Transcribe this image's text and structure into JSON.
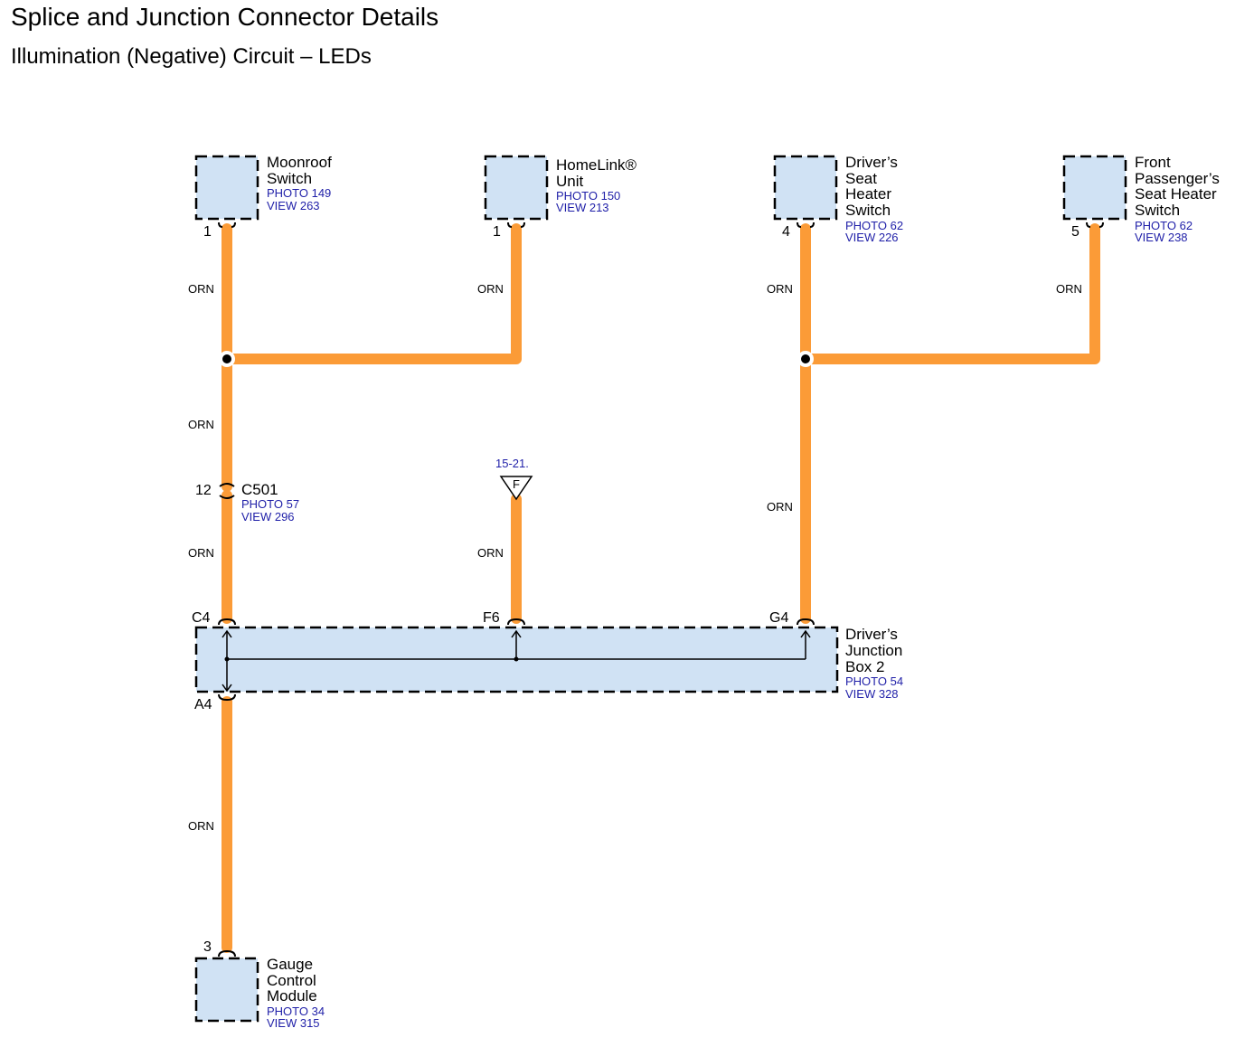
{
  "title": "Splice and Junction Connector Details",
  "subtitle": "Illumination (Negative) Circuit – LEDs",
  "components": {
    "moonroof_switch": {
      "name_lines": [
        "Moonroof",
        "Switch"
      ],
      "photo": "PHOTO 149",
      "view": "VIEW 263",
      "pin": "1"
    },
    "homelink_unit": {
      "name_lines": [
        "HomeLink®",
        "Unit"
      ],
      "photo": "PHOTO 150",
      "view": "VIEW 213",
      "pin": "1"
    },
    "drivers_seat_heater_switch": {
      "name_lines": [
        "Driver’s",
        "Seat",
        "Heater",
        "Switch"
      ],
      "photo": "PHOTO 62",
      "view": "VIEW 226",
      "pin": "4"
    },
    "front_passengers_seat_heater_switch": {
      "name_lines": [
        "Front",
        "Passenger’s",
        "Seat Heater",
        "Switch"
      ],
      "photo": "PHOTO 62",
      "view": "VIEW 238",
      "pin": "5"
    },
    "drivers_junction_box_2": {
      "name_lines": [
        "Driver’s",
        "Junction",
        "Box 2"
      ],
      "photo": "PHOTO 54",
      "view": "VIEW 328",
      "pins": [
        "C4",
        "F6",
        "G4",
        "A4"
      ]
    },
    "gauge_control_module": {
      "name_lines": [
        "Gauge",
        "Control",
        "Module"
      ],
      "photo": "PHOTO 34",
      "view": "VIEW 315",
      "pin": "3"
    }
  },
  "connector_c501": {
    "name": "C501",
    "photo": "PHOTO 57",
    "view": "VIEW 296",
    "pin": "12"
  },
  "ground_ref": {
    "page": "15-21.",
    "symbol": "F"
  },
  "wire_color_label": "ORN",
  "colors": {
    "wire": "#fb9b37",
    "component_fill": "#d0e2f4",
    "reference_text": "#1f1fa8"
  }
}
